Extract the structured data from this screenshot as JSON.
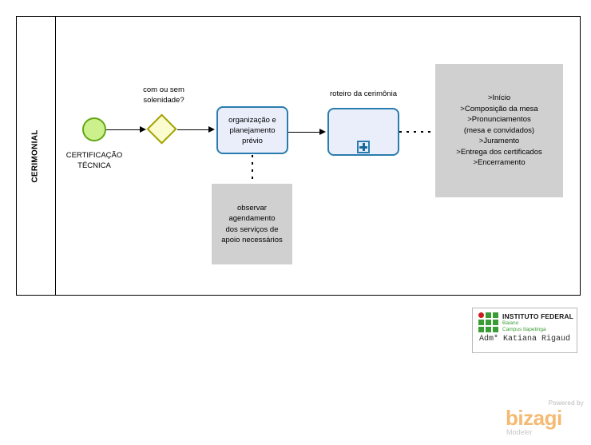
{
  "pool": {
    "lane_label": "CERIMONIAL"
  },
  "diagram": {
    "start_event": {
      "label": "CERTIFICAÇÃO\nTÉCNICA",
      "icon": "start-event-circle",
      "fill": "#ccf08c",
      "stroke": "#62a713"
    },
    "gateway": {
      "label": "com ou sem\nsolenidade?",
      "icon": "exclusive-gateway-diamond",
      "fill": "#fbfbd0",
      "stroke": "#a3a300"
    },
    "tasks": [
      {
        "id": "organizacao",
        "text": "organização e\nplanejamento\nprévio",
        "fill": "#eaeefb",
        "stroke": "#2a7cae",
        "marker": ""
      },
      {
        "id": "roteiro",
        "text": "",
        "label_above": "roteiro da cerimônia",
        "fill": "#eaeefb",
        "stroke": "#2a7cae",
        "marker": "collapsed-subprocess-plus"
      }
    ],
    "annotations": [
      {
        "id": "roteiro-items",
        "text": ">Início\n>Composição da mesa\n>Pronunciamentos\n(mesa e convidados)\n>Juramento\n>Entrega dos certificados\n>Encerramento",
        "fill": "#d0d0d0"
      },
      {
        "id": "observar",
        "text": "observar\nagendamento\ndos serviços  de\napoio necessários",
        "fill": "#d0d0d0"
      }
    ]
  },
  "footer": {
    "institute": {
      "title": "INSTITUTO FEDERAL",
      "sub1": "Baiano",
      "sub2": "Campus Itapetinga",
      "person": "Adm* Katiana Rigaud",
      "grid_color": "#3a9c34",
      "dot_color": "#cc1b1b"
    },
    "bizagi": {
      "powered_by": "Powered by",
      "wordmark": "bizagi",
      "product": "Modeler",
      "color": "#f5b971"
    }
  }
}
